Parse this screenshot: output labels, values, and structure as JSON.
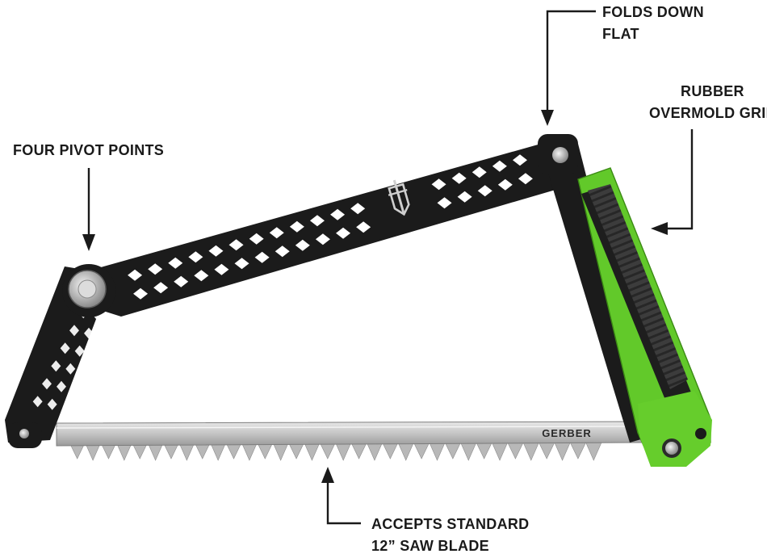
{
  "brand": "GERBER",
  "callouts": {
    "folds": {
      "line1": "FOLDS DOWN",
      "line2": "FLAT"
    },
    "grip": {
      "line1": "RUBBER",
      "line2": "OVERMOLD GRIP"
    },
    "pivots": {
      "line1": "FOUR PIVOT POINTS"
    },
    "blade": {
      "line1": "ACCEPTS STANDARD",
      "line2": "12” SAW BLADE"
    }
  },
  "colors": {
    "frame": "#1b1b1b",
    "grip_accent": "#6fd12a",
    "grip_rubber": "#3a3a3a",
    "blade": "#c9c9c9",
    "text": "#1a1a1a"
  }
}
